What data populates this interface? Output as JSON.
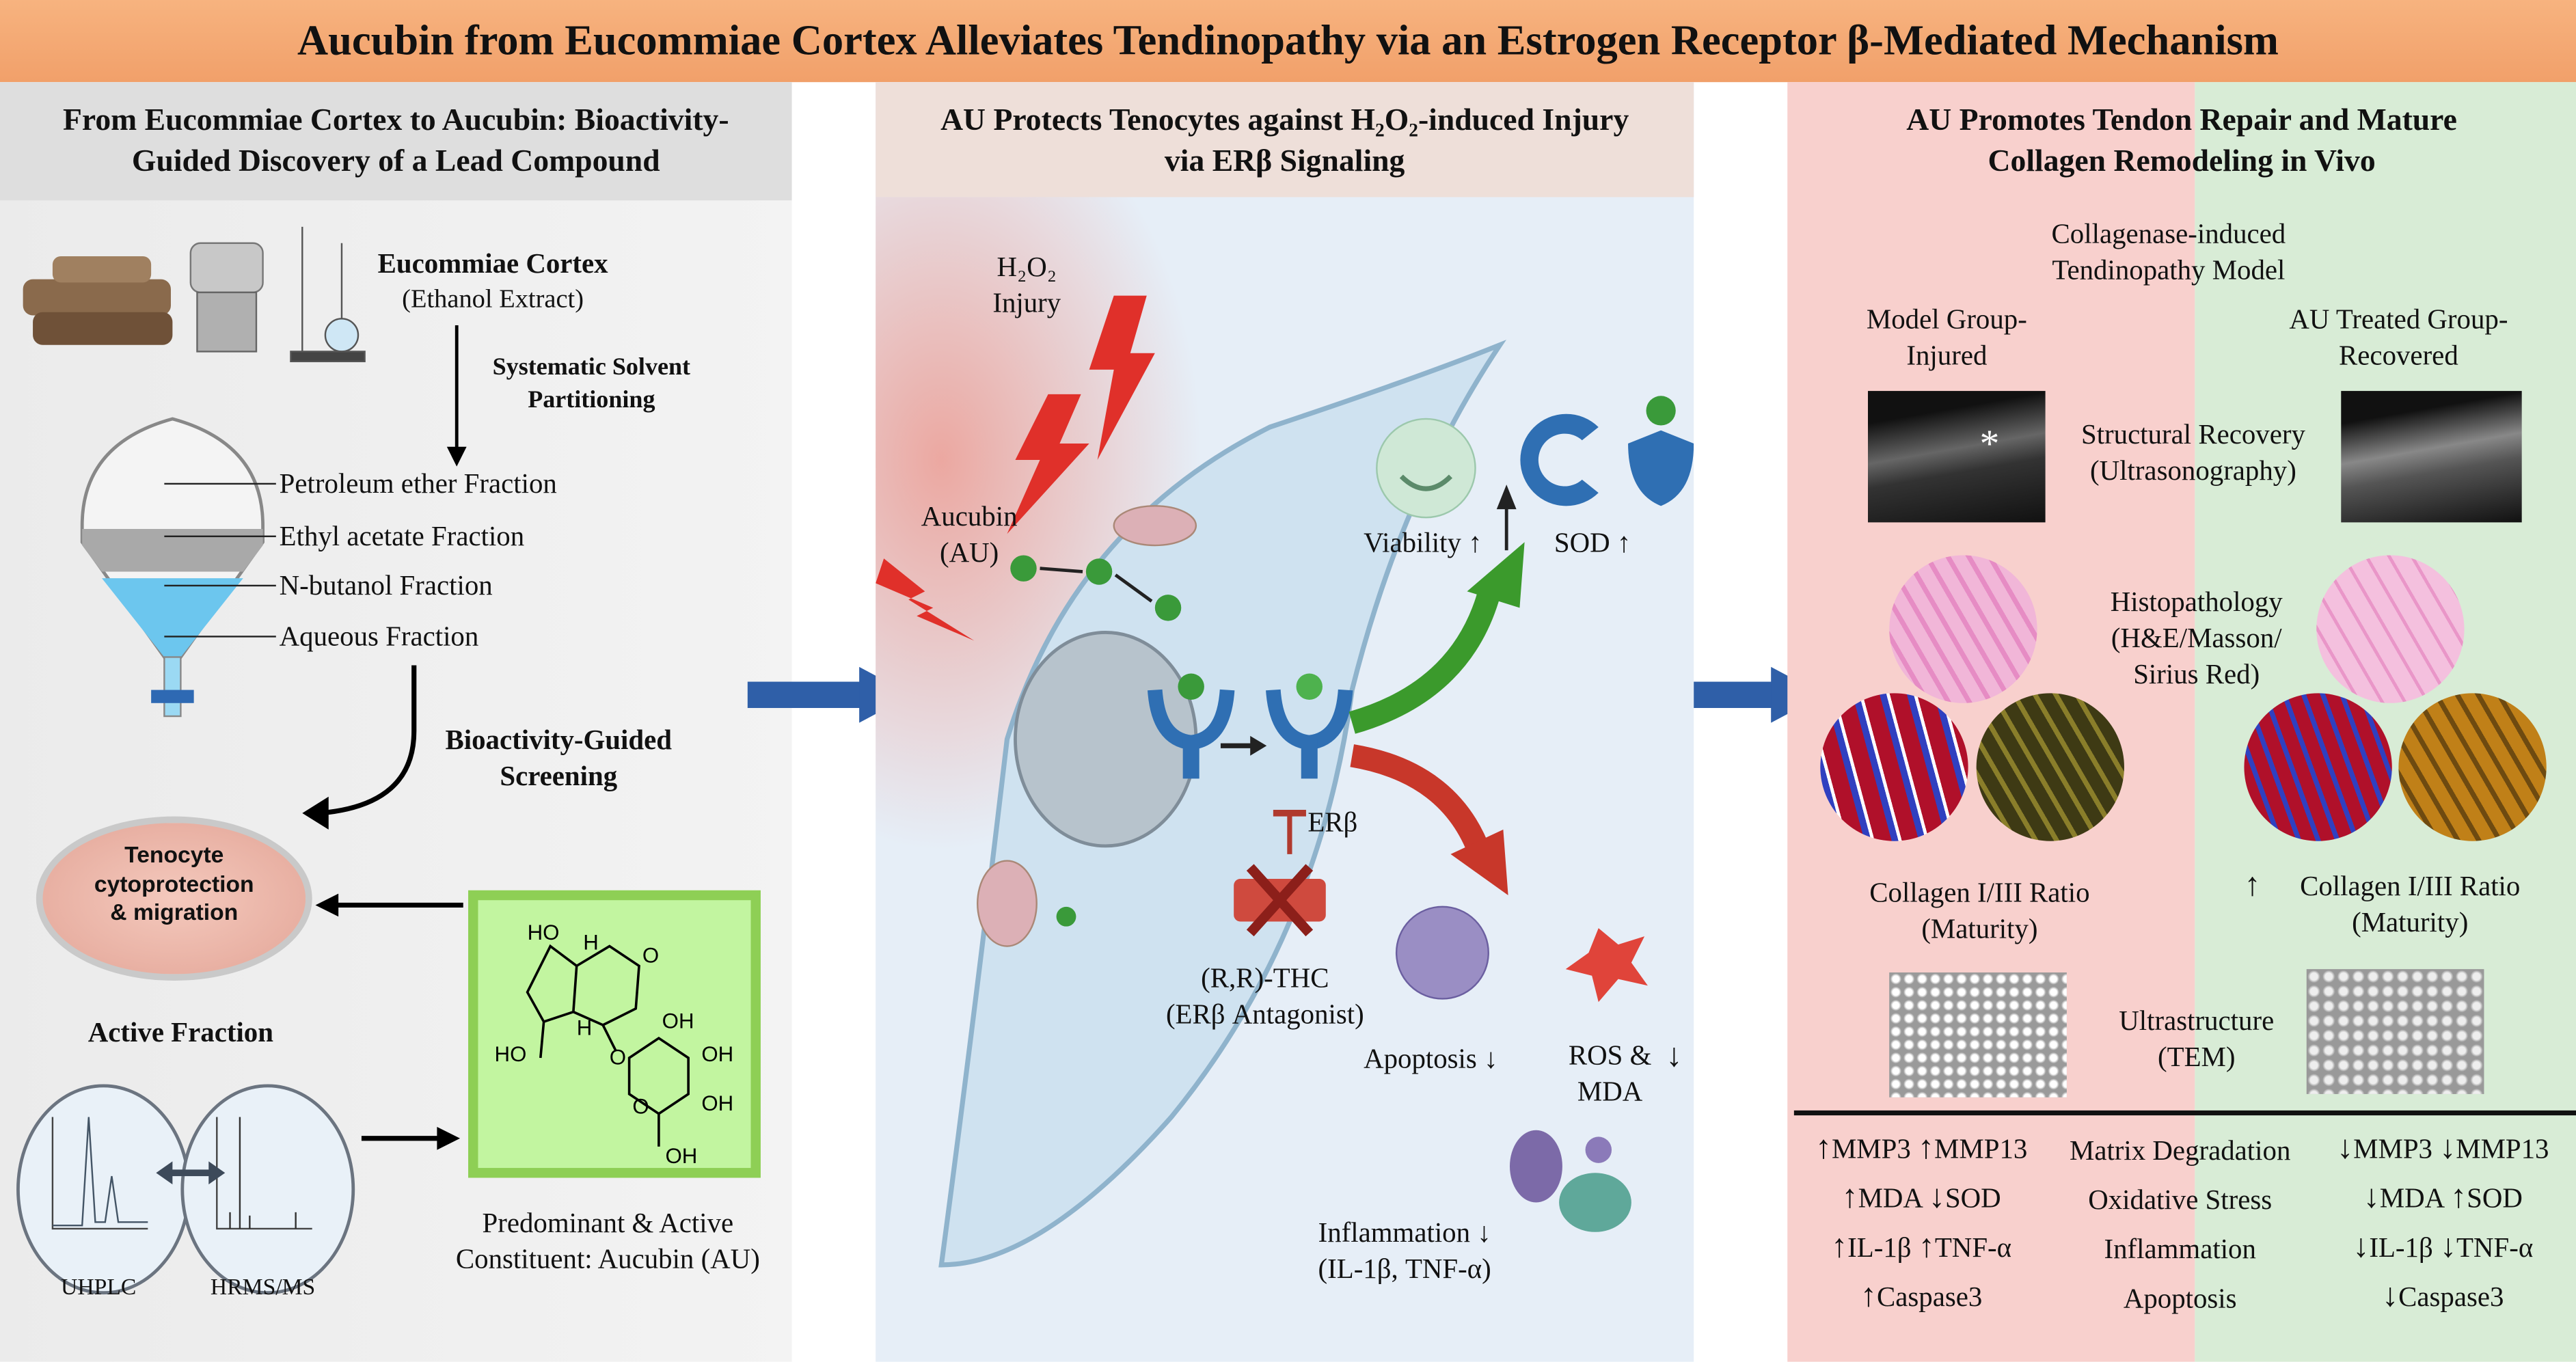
{
  "title": "Aucubin from Eucommiae Cortex Alleviates Tendinopathy via an Estrogen Receptor β-Mediated Mechanism",
  "colors": {
    "title_bar": "#f1a06a",
    "flow_arrow": "#2f5fa8",
    "structure_box": "#c2f5a0",
    "up_arrow_green": "#3a9a3a",
    "down_arrow_red": "#c8372a",
    "model_bg": "#f8d0cd",
    "treated_bg": "#d8ecd6"
  },
  "left": {
    "header": [
      "From Eucommiae Cortex to Aucubin: Bioactivity-",
      "Guided Discovery of a Lead Compound"
    ],
    "source_title": "Eucommiae Cortex",
    "source_sub": "(Ethanol Extract)",
    "step1": [
      "Systematic Solvent",
      "Partitioning"
    ],
    "fractions": [
      "Petroleum ether Fraction",
      "Ethyl acetate Fraction",
      "N-butanol Fraction",
      "Aqueous Fraction"
    ],
    "step2": [
      "Bioactivity-Guided",
      "Screening"
    ],
    "dish_label": [
      "Tenocyte",
      "cytoprotection",
      "& migration"
    ],
    "active_fraction": "Active Fraction",
    "uhplc": "UHPLC",
    "hrms": "HRMS/MS",
    "structure_atoms": [
      "HO",
      "H",
      "H",
      "O",
      "O",
      "OH",
      "OH",
      "OH",
      "OH",
      "HO",
      "O"
    ],
    "constituent": [
      "Predominant & Active",
      "Constituent: Aucubin (AU)"
    ],
    "icons": [
      "bark-icon",
      "grinder-icon",
      "distillation-icon",
      "separatory-funnel-icon",
      "petri-dish-icon",
      "chromatogram-icon",
      "mass-spectrum-icon"
    ]
  },
  "middle": {
    "header": [
      "AU Protects Tenocytes against H₂O₂-induced Injury",
      "via ERβ Signaling"
    ],
    "injury": [
      "H₂O₂",
      "Injury"
    ],
    "aucubin": [
      "Aucubin",
      "(AU)"
    ],
    "receptor": "ERβ",
    "antagonist": [
      "(R,R)-THC",
      "(ERβ Antagonist)"
    ],
    "viability": "Viability",
    "sod": "SOD",
    "apoptosis": "Apoptosis",
    "ros": [
      "ROS &",
      "MDA"
    ],
    "inflammation": [
      "Inflammation",
      "(IL-1β, TNF-α)"
    ]
  },
  "right": {
    "header": [
      "AU Promotes Tendon Repair and Mature",
      "Collagen Remodeling in Vivo"
    ],
    "model": [
      "Collagenase-induced",
      "Tendinopathy Model"
    ],
    "model_group": [
      "Model Group-",
      "Injured"
    ],
    "treated_group": [
      "AU Treated Group-",
      "Recovered"
    ],
    "us_label": [
      "Structural Recovery",
      "(Ultrasonography)"
    ],
    "histo": [
      "Histopathology",
      "(H&E/Masson/",
      "Sirius Red)"
    ],
    "collagen_model": [
      "Collagen I/III Ratio",
      "(Maturity)"
    ],
    "collagen_treated": [
      "Collagen I/III Ratio",
      "(Maturity)"
    ],
    "tem": [
      "Ultrastructure",
      "(TEM)"
    ],
    "us_marker": "*",
    "rows": [
      {
        "model": [
          {
            "dir": "up",
            "t": "MMP3"
          },
          {
            "dir": "up",
            "t": "MMP13"
          }
        ],
        "center": "Matrix Degradation",
        "treated": [
          {
            "dir": "down",
            "t": "MMP3"
          },
          {
            "dir": "down",
            "t": "MMP13"
          }
        ]
      },
      {
        "model": [
          {
            "dir": "up",
            "t": "MDA"
          },
          {
            "dir": "down",
            "t": "SOD"
          }
        ],
        "center": "Oxidative Stress",
        "treated": [
          {
            "dir": "down",
            "t": "MDA"
          },
          {
            "dir": "up",
            "t": "SOD"
          }
        ]
      },
      {
        "model": [
          {
            "dir": "up",
            "t": "IL-1β"
          },
          {
            "dir": "up",
            "t": "TNF-α"
          }
        ],
        "center": "Inflammation",
        "treated": [
          {
            "dir": "down",
            "t": "IL-1β"
          },
          {
            "dir": "down",
            "t": "TNF-α"
          }
        ]
      },
      {
        "model": [
          {
            "dir": "up",
            "t": "Caspase3"
          }
        ],
        "center": "Apoptosis",
        "treated": [
          {
            "dir": "down",
            "t": "Caspase3"
          }
        ]
      }
    ]
  }
}
